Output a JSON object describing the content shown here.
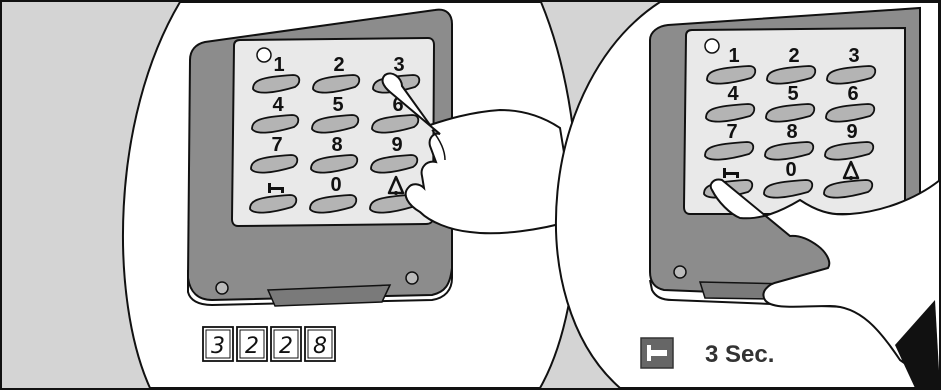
{
  "colors": {
    "background": "#d4d4d4",
    "panel_border": "#111111",
    "device_body": "#8c8c8c",
    "keypad_face": "#e9e9e9",
    "key_fill": "#b4b4b4",
    "hand_fill": "#ffffff"
  },
  "left_panel": {
    "keypad": {
      "rows": [
        [
          "1",
          "2",
          "3"
        ],
        [
          "4",
          "5",
          "6"
        ],
        [
          "7",
          "8",
          "9"
        ],
        [
          "key-icon",
          "0",
          "bell-icon"
        ]
      ],
      "pressed_key": "3"
    },
    "code_sequence": [
      "3",
      "2",
      "2",
      "8"
    ]
  },
  "right_panel": {
    "keypad": {
      "rows": [
        [
          "1",
          "2",
          "3"
        ],
        [
          "4",
          "5",
          "6"
        ],
        [
          "7",
          "8",
          "9"
        ],
        [
          "key-icon",
          "0",
          "bell-icon"
        ]
      ],
      "pressed_key": "key-icon"
    },
    "hold_icon": "key-icon",
    "hold_label": "3 Sec."
  }
}
